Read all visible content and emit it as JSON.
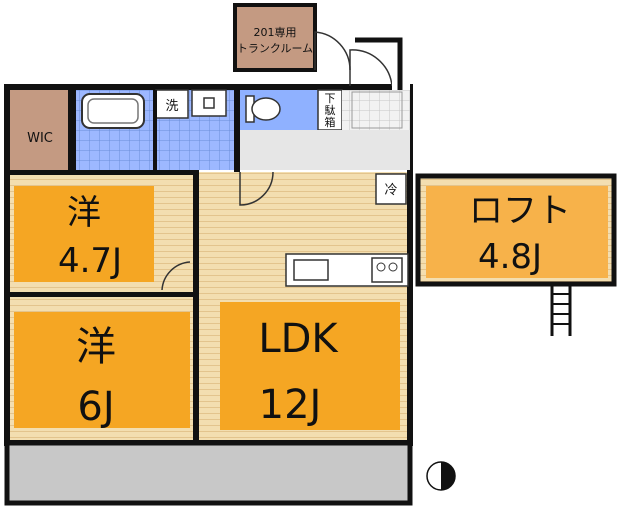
{
  "rooms": {
    "trunk": {
      "line1": "201専用",
      "line2": "トランクルーム"
    },
    "wic": "WIC",
    "washroom": "洗",
    "shoe": {
      "line1": "下",
      "line2": "駄",
      "line3": "箱"
    },
    "fridge": "冷",
    "room1": {
      "name": "洋",
      "size": "4.7J"
    },
    "room2": {
      "name": "洋",
      "size": "6J"
    },
    "ldk": {
      "name": "LDK",
      "size": "12J"
    },
    "loft": {
      "name": "ロフト",
      "size": "4.8J"
    }
  },
  "colors": {
    "wall": "#111111",
    "room_orange": "#f5a623",
    "floor_wood": "#f3deb0",
    "loft_orange": "#f7b24a",
    "bath_blue": "#8fb1ff",
    "wic_brown": "#c49a82",
    "balcony_gray": "#c8c8c8",
    "corridor_gray": "#e6e6e6"
  },
  "icons": [
    "compass-icon",
    "stairs-icon",
    "ladder-icon",
    "toilet-icon",
    "bathtub-icon",
    "sink-icon",
    "stove-icon"
  ]
}
